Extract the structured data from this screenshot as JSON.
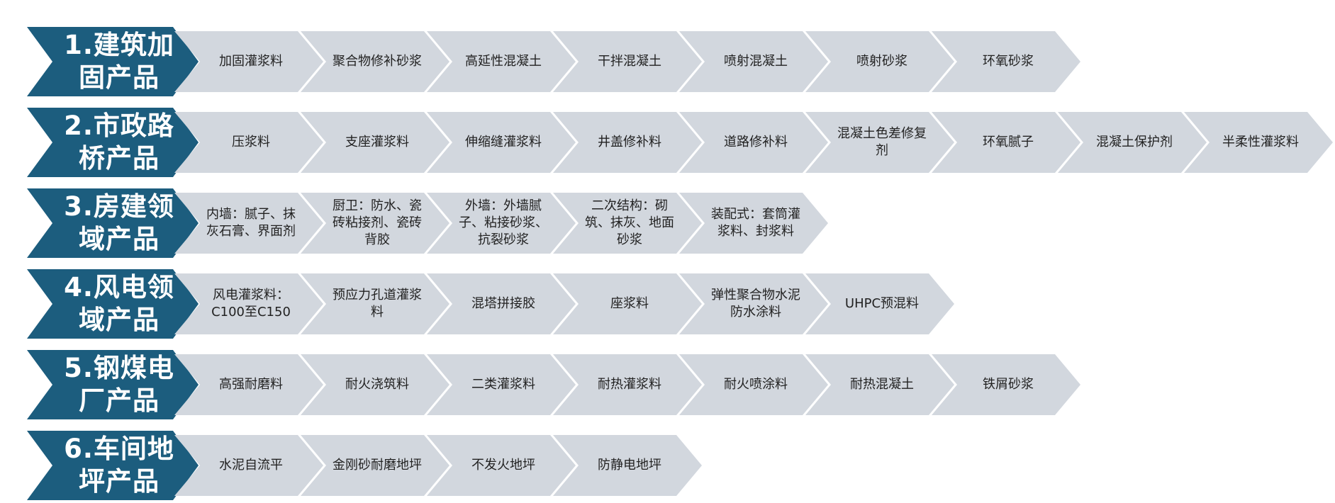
{
  "colors": {
    "header_fill": "#1c5d7e",
    "header_text": "#ffffff",
    "item_fill": "#d2d7de",
    "item_text": "#222222"
  },
  "categories": [
    {
      "title": "1.建筑加固产品",
      "items": [
        "加固灌浆料",
        "聚合物修补砂浆",
        "高延性混凝土",
        "干拌混凝土",
        "喷射混凝土",
        "喷射砂浆",
        "环氧砂浆"
      ]
    },
    {
      "title": "2.市政路桥产品",
      "items": [
        "压浆料",
        "支座灌浆料",
        "伸缩缝灌浆料",
        "井盖修补料",
        "道路修补料",
        "混凝土色差修复剂",
        "环氧腻子",
        "混凝土保护剂",
        "半柔性灌浆料"
      ]
    },
    {
      "title": "3.房建领域产品",
      "items": [
        "内墙：腻子、抹灰石膏、界面剂",
        "厨卫：防水、瓷砖粘接剂、瓷砖背胶",
        "外墙：外墙腻子、粘接砂浆、抗裂砂浆",
        "二次结构：砌筑、抹灰、地面砂浆",
        "装配式：套筒灌浆料、封浆料"
      ]
    },
    {
      "title": "4.风电领域产品",
      "items": [
        "风电灌浆料：C100至C150",
        "预应力孔道灌浆料",
        "混塔拼接胶",
        "座浆料",
        "弹性聚合物水泥防水涂料",
        "UHPC预混料"
      ]
    },
    {
      "title": "5.钢煤电厂产品",
      "items": [
        "高强耐磨料",
        "耐火浇筑料",
        "二类灌浆料",
        "耐热灌浆料",
        "耐火喷涂料",
        "耐热混凝土",
        "铁屑砂浆"
      ]
    },
    {
      "title": "6.车间地坪产品",
      "items": [
        "水泥自流平",
        "金刚砂耐磨地坪",
        "不发火地坪",
        "防静电地坪"
      ]
    }
  ]
}
